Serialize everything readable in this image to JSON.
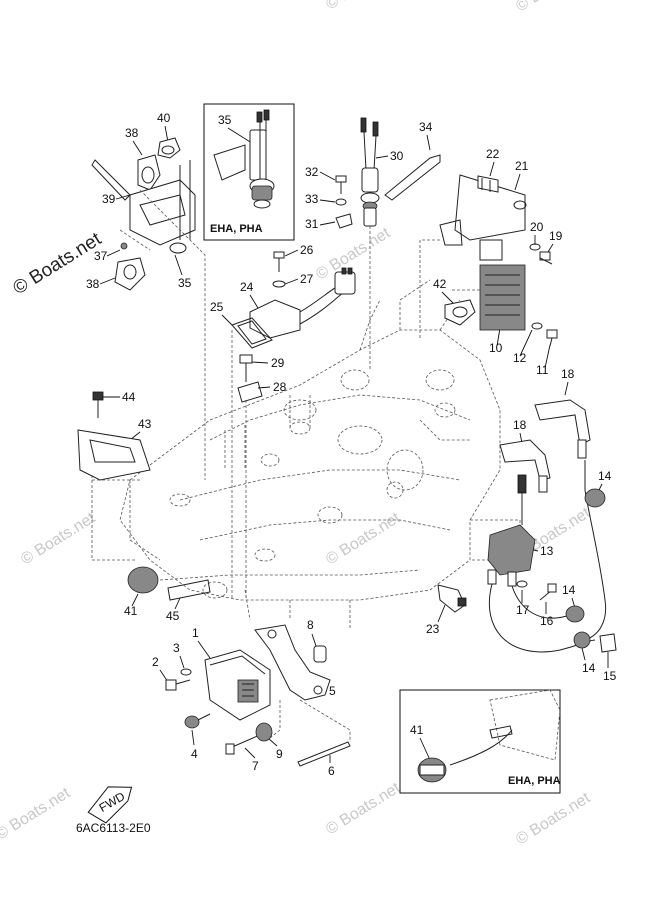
{
  "callouts": {
    "c1": "1",
    "c2": "2",
    "c3": "3",
    "c4": "4",
    "c5": "5",
    "c6": "6",
    "c7": "7",
    "c8": "8",
    "c9": "9",
    "c10": "10",
    "c11": "11",
    "c12": "12",
    "c13": "13",
    "c14a": "14",
    "c14b": "14",
    "c14c": "14",
    "c15": "15",
    "c16": "16",
    "c17": "17",
    "c18a": "18",
    "c18b": "18",
    "c19": "19",
    "c20": "20",
    "c21": "21",
    "c22": "22",
    "c23": "23",
    "c24": "24",
    "c25": "25",
    "c26": "26",
    "c27": "27",
    "c28": "28",
    "c29": "29",
    "c30": "30",
    "c31": "31",
    "c32": "32",
    "c33": "33",
    "c34": "34",
    "c35a": "35",
    "c35b": "35",
    "c37": "37",
    "c38a": "38",
    "c38b": "38",
    "c39": "39",
    "c40": "40",
    "c41a": "41",
    "c41b": "41",
    "c42": "42",
    "c43": "43",
    "c44": "44",
    "c45": "45"
  },
  "insets": {
    "top_label": "EHA, PHA",
    "bottom_label": "EHA, PHA"
  },
  "watermark": {
    "text": "© Boats.net",
    "logo_text": "© Boats.net"
  },
  "fwd_label": "FWD",
  "drawing_code": "6AC6113-2E0"
}
